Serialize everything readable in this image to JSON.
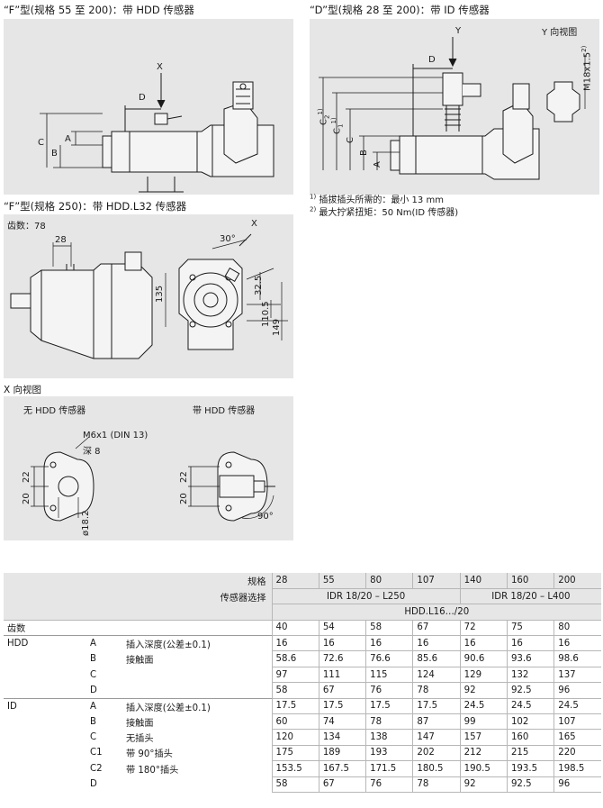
{
  "headings": {
    "f_hdd": "“F”型(规格 55 至 200)：带 HDD 传感器",
    "d_id": "“D”型(规格 28 至 200)：带 ID 传感器",
    "f_hdd_l32": "“F”型(规格 250)：带 HDD.L32 传感器",
    "x_view": "X 向视图"
  },
  "panel1": {
    "labels": {
      "X": "X",
      "D": "D",
      "A": "A",
      "B": "B",
      "C": "C"
    }
  },
  "panel2": {
    "labels": {
      "Y": "Y",
      "Y_view": "Y 向视图",
      "D": "D",
      "C2": "C",
      "C2sub": "2",
      "C2sup": "1)",
      "C1": "C",
      "C1sub": "1",
      "C1sup": "1)",
      "C": "C",
      "B": "B",
      "A": "A",
      "M18": "M18x1.5",
      "M18sup": "2)"
    },
    "notes": [
      {
        "mark": "1)",
        "text": " 插拔插头所需的：最小 13 mm"
      },
      {
        "mark": "2)",
        "text": " 最大拧紧扭矩：50 Nm(ID 传感器)"
      }
    ]
  },
  "panel3": {
    "teeth_label": "齿数：78",
    "dims": {
      "d28": "28",
      "d135": "135",
      "d30": "30°",
      "d325": "32.5",
      "d1105": "110.5",
      "d149": "149",
      "X": "X"
    }
  },
  "panel4": {
    "left_title": "无 HDD 传感器",
    "right_title": "带 HDD 传感器",
    "thread": "M6x1 (DIN 13)",
    "depth": "深 8",
    "dims": {
      "d22a": "22",
      "d20a": "20",
      "d182": "ø18.2",
      "d22b": "22",
      "d20b": "20",
      "d90": "90°"
    }
  },
  "table": {
    "size_label": "规格",
    "sizes": [
      "28",
      "55",
      "80",
      "107",
      "140",
      "160",
      "200"
    ],
    "sensor_label": "传感器选择",
    "sensor_low": "IDR 18/20 – L250",
    "sensor_high": "IDR 18/20 – L400",
    "hdd_range": "HDD.L16…/20",
    "teeth": {
      "label": "齿数",
      "values": [
        "40",
        "54",
        "58",
        "67",
        "72",
        "75",
        "80"
      ]
    },
    "sections": [
      {
        "name": "HDD",
        "rows": [
          {
            "code": "A",
            "desc": "插入深度(公差±0.1)",
            "values": [
              "16",
              "16",
              "16",
              "16",
              "16",
              "16",
              "16"
            ]
          },
          {
            "code": "B",
            "desc": "接触面",
            "values": [
              "58.6",
              "72.6",
              "76.6",
              "85.6",
              "90.6",
              "93.6",
              "98.6"
            ]
          },
          {
            "code": "C",
            "desc": "",
            "values": [
              "97",
              "111",
              "115",
              "124",
              "129",
              "132",
              "137"
            ]
          },
          {
            "code": "D",
            "desc": "",
            "values": [
              "58",
              "67",
              "76",
              "78",
              "92",
              "92.5",
              "96"
            ]
          }
        ]
      },
      {
        "name": "ID",
        "rows": [
          {
            "code": "A",
            "desc": "插入深度(公差±0.1)",
            "values": [
              "17.5",
              "17.5",
              "17.5",
              "17.5",
              "24.5",
              "24.5",
              "24.5"
            ]
          },
          {
            "code": "B",
            "desc": "接触面",
            "values": [
              "60",
              "74",
              "78",
              "87",
              "99",
              "102",
              "107"
            ]
          },
          {
            "code": "C",
            "desc": "无插头",
            "values": [
              "120",
              "134",
              "138",
              "147",
              "157",
              "160",
              "165"
            ]
          },
          {
            "code": "C1",
            "desc": "带 90°插头",
            "values": [
              "175",
              "189",
              "193",
              "202",
              "212",
              "215",
              "220"
            ]
          },
          {
            "code": "C2",
            "desc": "带 180°插头",
            "values": [
              "153.5",
              "167.5",
              "171.5",
              "180.5",
              "190.5",
              "193.5",
              "198.5"
            ]
          },
          {
            "code": "D",
            "desc": "",
            "values": [
              "58",
              "67",
              "76",
              "78",
              "92",
              "92.5",
              "96"
            ]
          }
        ]
      }
    ]
  },
  "colors": {
    "panel_bg": "#e6e6e7",
    "line": "#1a1a1a",
    "grid": "#b7b7b7"
  }
}
